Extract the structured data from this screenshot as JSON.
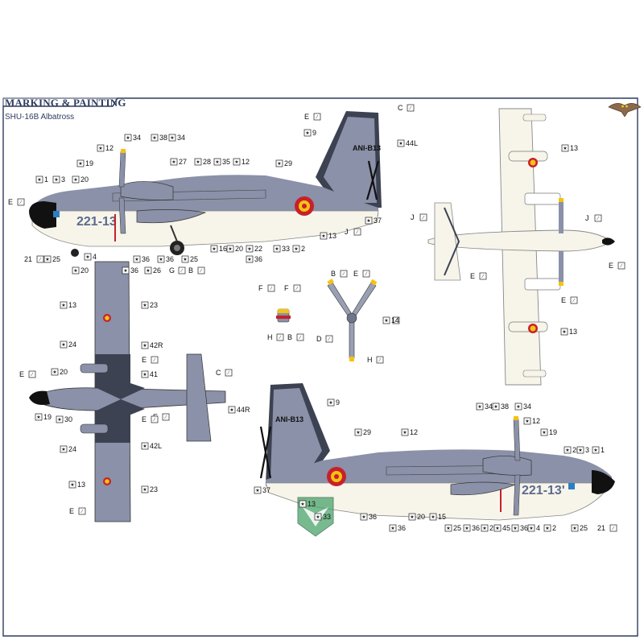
{
  "header": {
    "title": "MARKING & PAINTING",
    "subtitle": "SHU-16B Albatross"
  },
  "colors": {
    "fuselage_grey": "#8a91a8",
    "dark_grey": "#3d4252",
    "hull_white": "#f7f4ea",
    "frame_blue": "#2e3c5e",
    "roundel_red": "#c8202a",
    "roundel_yellow": "#f4c313",
    "prop_tip_yellow": "#f4c313",
    "number_blue": "#2b7fc4"
  },
  "markings": {
    "serial": "221-13",
    "serial_right": "221-13'",
    "tail_code": "ANI-B13"
  },
  "callouts": {
    "side_left": [
      {
        "num": "E",
        "kind": "paint"
      },
      {
        "num": "9",
        "kind": "decal"
      },
      {
        "num": "C",
        "kind": "paint"
      },
      {
        "num": "44L",
        "kind": "decal"
      },
      {
        "num": "12",
        "kind": "decal"
      },
      {
        "num": "34",
        "kind": "decal"
      },
      {
        "num": "38",
        "kind": "decal"
      },
      {
        "num": "34",
        "kind": "decal"
      },
      {
        "num": "19",
        "kind": "decal"
      },
      {
        "num": "27",
        "kind": "decal"
      },
      {
        "num": "28",
        "kind": "decal"
      },
      {
        "num": "35",
        "kind": "decal"
      },
      {
        "num": "12",
        "kind": "decal"
      },
      {
        "num": "29",
        "kind": "decal"
      },
      {
        "num": "1",
        "kind": "decal"
      },
      {
        "num": "3",
        "kind": "decal"
      },
      {
        "num": "20",
        "kind": "decal"
      },
      {
        "num": "E",
        "kind": "paint"
      },
      {
        "num": "J",
        "kind": "paint"
      },
      {
        "num": "37",
        "kind": "decal"
      },
      {
        "num": "13",
        "kind": "decal"
      },
      {
        "num": "21",
        "kind": "paint"
      },
      {
        "num": "25",
        "kind": "decal"
      },
      {
        "num": "4",
        "kind": "decal"
      },
      {
        "num": "16",
        "kind": "decal"
      },
      {
        "num": "20",
        "kind": "decal"
      },
      {
        "num": "22",
        "kind": "decal"
      },
      {
        "num": "36",
        "kind": "decal"
      },
      {
        "num": "33",
        "kind": "decal"
      },
      {
        "num": "2",
        "kind": "decal"
      },
      {
        "num": "20",
        "kind": "decal"
      },
      {
        "num": "36",
        "kind": "decal"
      },
      {
        "num": "25",
        "kind": "decal"
      },
      {
        "num": "36",
        "kind": "decal"
      },
      {
        "num": "36",
        "kind": "decal"
      },
      {
        "num": "26",
        "kind": "decal"
      },
      {
        "num": "G",
        "kind": "paint"
      },
      {
        "num": "B",
        "kind": "paint"
      }
    ],
    "top_view": [
      {
        "num": "13",
        "kind": "decal"
      },
      {
        "num": "J",
        "kind": "paint"
      },
      {
        "num": "J",
        "kind": "paint"
      },
      {
        "num": "E",
        "kind": "paint"
      },
      {
        "num": "E",
        "kind": "paint"
      },
      {
        "num": "E",
        "kind": "paint"
      },
      {
        "num": "13",
        "kind": "decal"
      }
    ],
    "bottom_view": [
      {
        "num": "13",
        "kind": "decal"
      },
      {
        "num": "23",
        "kind": "decal"
      },
      {
        "num": "24",
        "kind": "decal"
      },
      {
        "num": "42R",
        "kind": "decal"
      },
      {
        "num": "E",
        "kind": "paint"
      },
      {
        "num": "20",
        "kind": "decal"
      },
      {
        "num": "41",
        "kind": "decal"
      },
      {
        "num": "C",
        "kind": "paint"
      },
      {
        "num": "E",
        "kind": "paint"
      },
      {
        "num": "19",
        "kind": "decal"
      },
      {
        "num": "30",
        "kind": "decal"
      },
      {
        "num": "E",
        "kind": "paint"
      },
      {
        "num": "E",
        "kind": "paint"
      },
      {
        "num": "24",
        "kind": "decal"
      },
      {
        "num": "42L",
        "kind": "decal"
      },
      {
        "num": "13",
        "kind": "decal"
      },
      {
        "num": "23",
        "kind": "decal"
      },
      {
        "num": "E",
        "kind": "paint"
      }
    ],
    "detail": [
      {
        "num": "F",
        "kind": "paint"
      },
      {
        "num": "F",
        "kind": "paint"
      },
      {
        "num": "H",
        "kind": "paint"
      },
      {
        "num": "B",
        "kind": "paint"
      },
      {
        "num": "B",
        "kind": "paint"
      },
      {
        "num": "E",
        "kind": "paint"
      },
      {
        "num": "E",
        "kind": "paint"
      },
      {
        "num": "14",
        "kind": "decal"
      },
      {
        "num": "D",
        "kind": "paint"
      },
      {
        "num": "H",
        "kind": "paint"
      }
    ],
    "side_right": [
      {
        "num": "44R",
        "kind": "decal"
      },
      {
        "num": "9",
        "kind": "decal"
      },
      {
        "num": "34",
        "kind": "decal"
      },
      {
        "num": "38",
        "kind": "decal"
      },
      {
        "num": "34",
        "kind": "decal"
      },
      {
        "num": "12",
        "kind": "decal"
      },
      {
        "num": "29",
        "kind": "decal"
      },
      {
        "num": "12",
        "kind": "decal"
      },
      {
        "num": "19",
        "kind": "decal"
      },
      {
        "num": "20",
        "kind": "decal"
      },
      {
        "num": "3",
        "kind": "decal"
      },
      {
        "num": "1",
        "kind": "decal"
      },
      {
        "num": "37",
        "kind": "decal"
      },
      {
        "num": "13",
        "kind": "decal"
      },
      {
        "num": "33",
        "kind": "decal"
      },
      {
        "num": "36",
        "kind": "decal"
      },
      {
        "num": "36",
        "kind": "decal"
      },
      {
        "num": "20",
        "kind": "decal"
      },
      {
        "num": "15",
        "kind": "decal"
      },
      {
        "num": "25",
        "kind": "decal"
      },
      {
        "num": "36",
        "kind": "decal"
      },
      {
        "num": "26",
        "kind": "decal"
      },
      {
        "num": "45",
        "kind": "decal"
      },
      {
        "num": "36",
        "kind": "decal"
      },
      {
        "num": "4",
        "kind": "decal"
      },
      {
        "num": "2",
        "kind": "decal"
      },
      {
        "num": "25",
        "kind": "decal"
      },
      {
        "num": "21",
        "kind": "paint"
      }
    ]
  },
  "icons": {
    "logo": "owl-logo-icon",
    "watermark": "kit-maker-watermark-icon",
    "decal": "decal-star-icon",
    "paint": "paint-brush-icon"
  }
}
